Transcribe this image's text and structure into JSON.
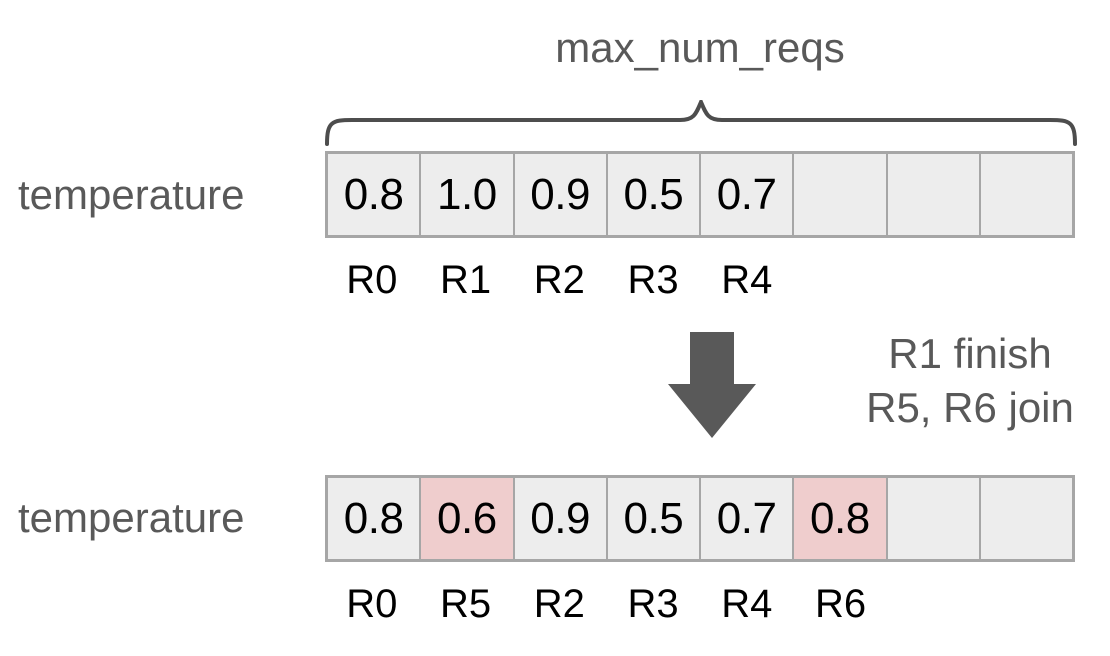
{
  "diagram": {
    "title": "max_num_reqs",
    "brace_icon": "curly-brace-horizontal-icon",
    "arrow_icon": "arrow-down-icon"
  },
  "top_state": {
    "row_label": "temperature",
    "cells": [
      {
        "value": "0.8",
        "highlighted": false,
        "empty": false
      },
      {
        "value": "1.0",
        "highlighted": false,
        "empty": false
      },
      {
        "value": "0.9",
        "highlighted": false,
        "empty": false
      },
      {
        "value": "0.5",
        "highlighted": false,
        "empty": false
      },
      {
        "value": "0.7",
        "highlighted": false,
        "empty": false
      },
      {
        "value": "",
        "highlighted": false,
        "empty": true
      },
      {
        "value": "",
        "highlighted": false,
        "empty": true
      },
      {
        "value": "",
        "highlighted": false,
        "empty": true
      }
    ],
    "request_ids": [
      "R0",
      "R1",
      "R2",
      "R3",
      "R4",
      "",
      "",
      ""
    ]
  },
  "transition": {
    "lines": [
      "R1 finish",
      "R5, R6 join"
    ]
  },
  "bottom_state": {
    "row_label": "temperature",
    "cells": [
      {
        "value": "0.8",
        "highlighted": false,
        "empty": false
      },
      {
        "value": "0.6",
        "highlighted": true,
        "empty": false
      },
      {
        "value": "0.9",
        "highlighted": false,
        "empty": false
      },
      {
        "value": "0.5",
        "highlighted": false,
        "empty": false
      },
      {
        "value": "0.7",
        "highlighted": false,
        "empty": false
      },
      {
        "value": "0.8",
        "highlighted": true,
        "empty": false
      },
      {
        "value": "",
        "highlighted": false,
        "empty": true
      },
      {
        "value": "",
        "highlighted": false,
        "empty": true
      }
    ],
    "request_ids": [
      "R0",
      "R5",
      "R2",
      "R3",
      "R4",
      "R6",
      "",
      ""
    ]
  },
  "colors": {
    "background": "#ffffff",
    "cell_fill": "#ededed",
    "cell_border": "#a6a6a6",
    "highlight_fill": "#efcdcd",
    "gray_text": "#595959",
    "black_text": "#000000",
    "arrow_fill": "#595959",
    "brace_stroke": "#4d4d4d"
  }
}
